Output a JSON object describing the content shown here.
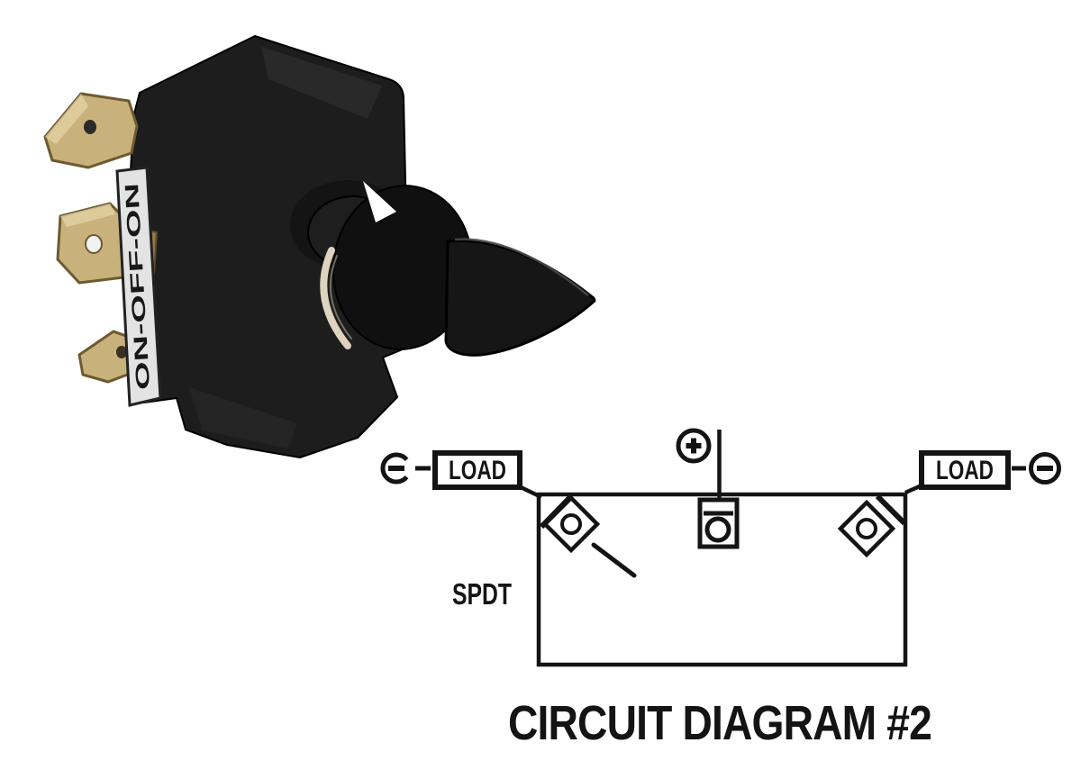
{
  "photo": {
    "switch_label": "ON-OFF-ON",
    "body_color": "#1d1d1d",
    "terminal_color": "#c9b17c",
    "terminal_edge_color": "#6e5a30",
    "highlight_color": "#ddd3bf"
  },
  "diagram": {
    "load_left": "LOAD",
    "load_right": "LOAD",
    "switch_type": "SPDT",
    "caption": "CIRCUIT DIAGRAM #2",
    "plus_symbol": "+",
    "minus_symbol": "−",
    "line_color": "#141414"
  }
}
